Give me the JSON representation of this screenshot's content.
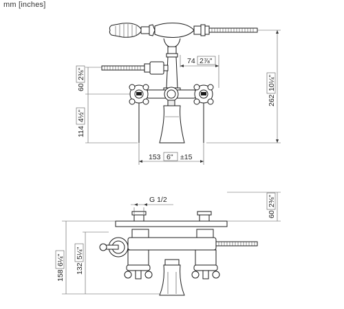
{
  "units_label": "mm [inches]",
  "dimensions": {
    "top_width": {
      "mm": "74",
      "inch": "2⅞\""
    },
    "top_left_height": {
      "mm": "60",
      "inch": "2⅜\""
    },
    "top_total_height": {
      "mm": "262",
      "inch": "10¼\""
    },
    "top_body_height": {
      "mm": "114",
      "inch": "4½\""
    },
    "centers": {
      "mm": "153",
      "inch": "6\"",
      "tolerance": "±15"
    },
    "thread": "G 1/2",
    "bottom_right_height": {
      "mm": "60",
      "inch": "2⅜\""
    },
    "bottom_height_a": {
      "mm": "158",
      "inch": "6¼\""
    },
    "bottom_height_b": {
      "mm": "132",
      "inch": "5¼\""
    }
  }
}
